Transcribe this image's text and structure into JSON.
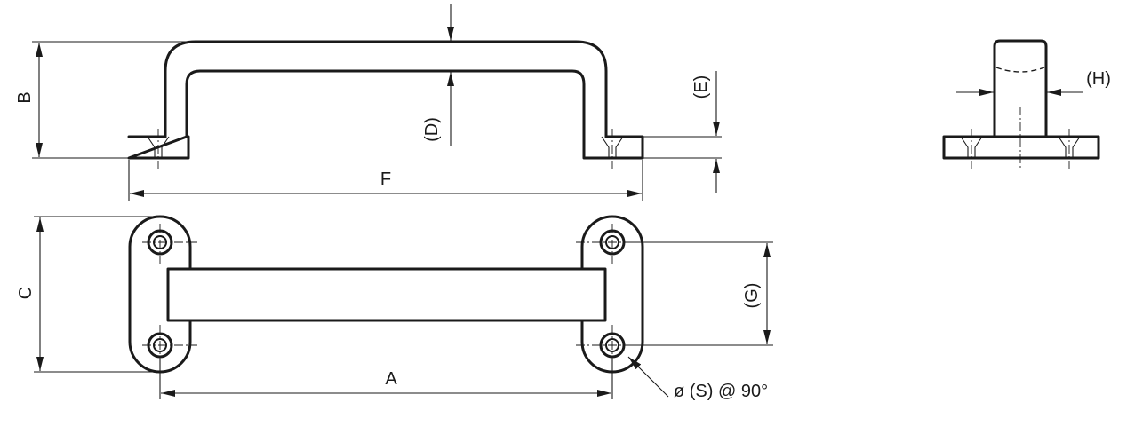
{
  "labels": {
    "A": "A",
    "B": "B",
    "C": "C",
    "D": "(D)",
    "E": "(E)",
    "F": "F",
    "G": "(G)",
    "H": "(H)",
    "S": "ø (S) @ 90°"
  }
}
